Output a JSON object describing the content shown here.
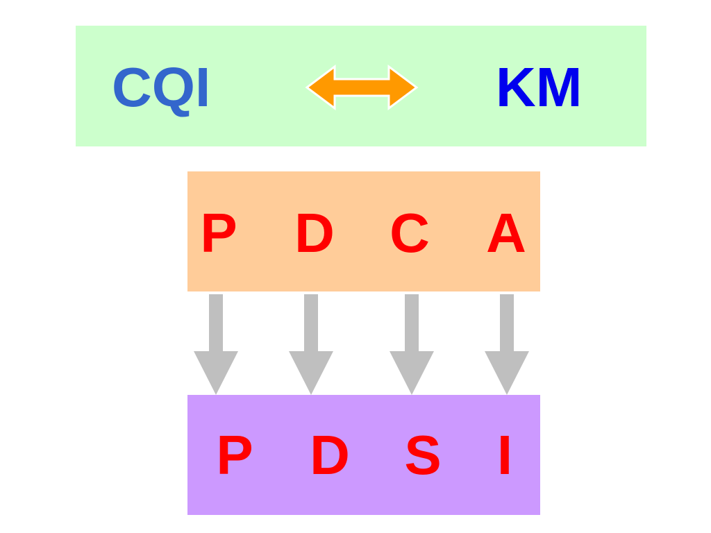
{
  "header": {
    "left_label": "CQI",
    "right_label": "KM"
  },
  "top_row": {
    "letters": [
      "P",
      "D",
      "C",
      "A"
    ]
  },
  "bottom_row": {
    "letters": [
      "P",
      "D",
      "S",
      "I"
    ]
  },
  "colors": {
    "header_background": "#ccffcc",
    "top_row_background": "#ffcc99",
    "bottom_row_background": "#cc99ff",
    "letter_color": "#ff0000",
    "left_label_color": "#3366cc",
    "right_label_color": "#0000ee",
    "double_arrow_fill": "#ff9900",
    "down_arrow_fill": "#bfbfbf"
  },
  "icons": {
    "double_arrow": "left-right-arrow-icon",
    "down_arrow": "down-arrow-icon"
  }
}
